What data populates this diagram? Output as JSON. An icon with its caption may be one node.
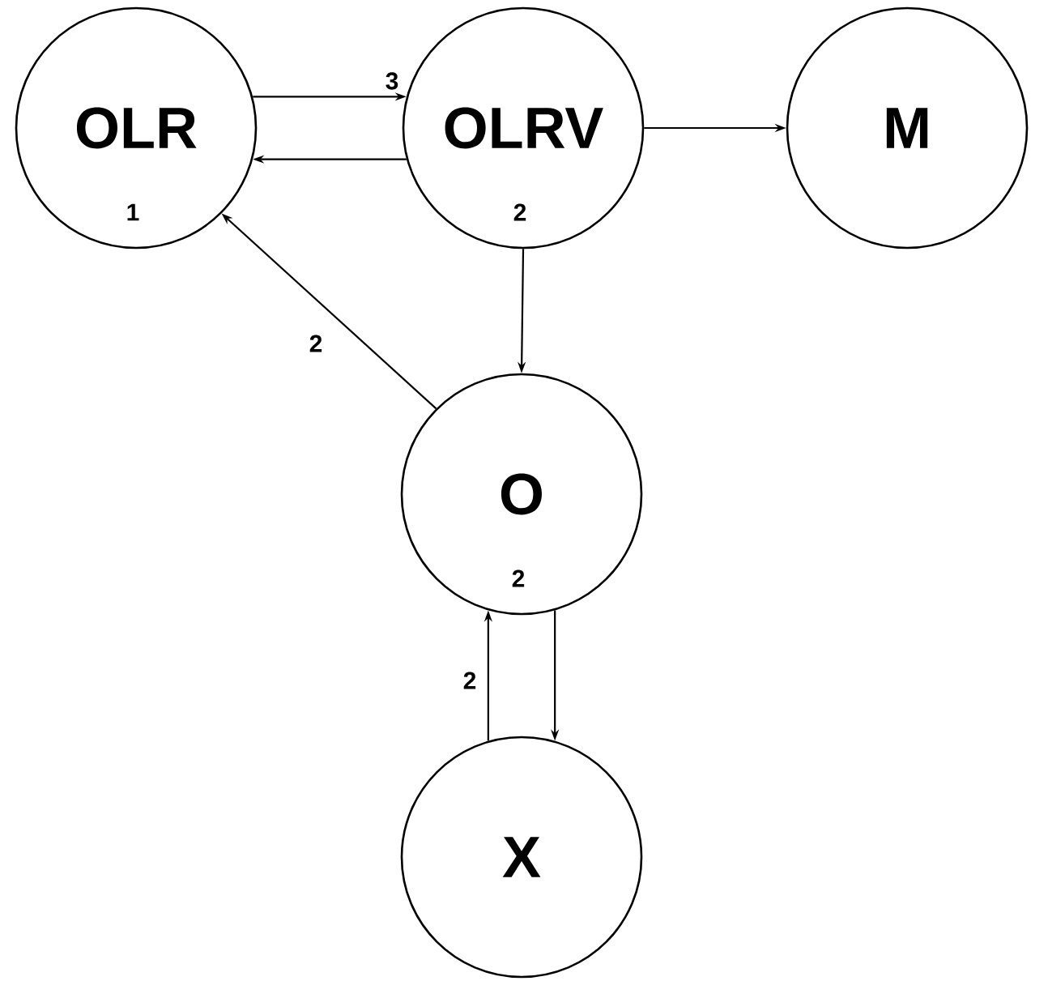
{
  "diagram": {
    "nodes": [
      {
        "text": [
          "OLR",
          "1"
        ]
      },
      {
        "text": [
          "OLRV",
          "2"
        ]
      },
      {
        "text": [
          "M"
        ]
      },
      {
        "text": [
          "O",
          "2"
        ]
      },
      {
        "text": [
          "X"
        ]
      }
    ],
    "edges": [
      {
        "from": 0,
        "to": 1,
        "arrow": "to",
        "label": "3"
      },
      {
        "from": 1,
        "to": 0,
        "arrow": "to"
      },
      {
        "from": 1,
        "to": 2,
        "arrow": "to"
      },
      {
        "from": 1,
        "to": 3,
        "arrow": "to"
      },
      {
        "from": 3,
        "to": 0,
        "arrow": "to",
        "label": "2"
      },
      {
        "from": 3,
        "to": 4,
        "arrow": "to"
      },
      {
        "from": 4,
        "to": 3,
        "arrow": "to",
        "label": "2"
      }
    ]
  }
}
